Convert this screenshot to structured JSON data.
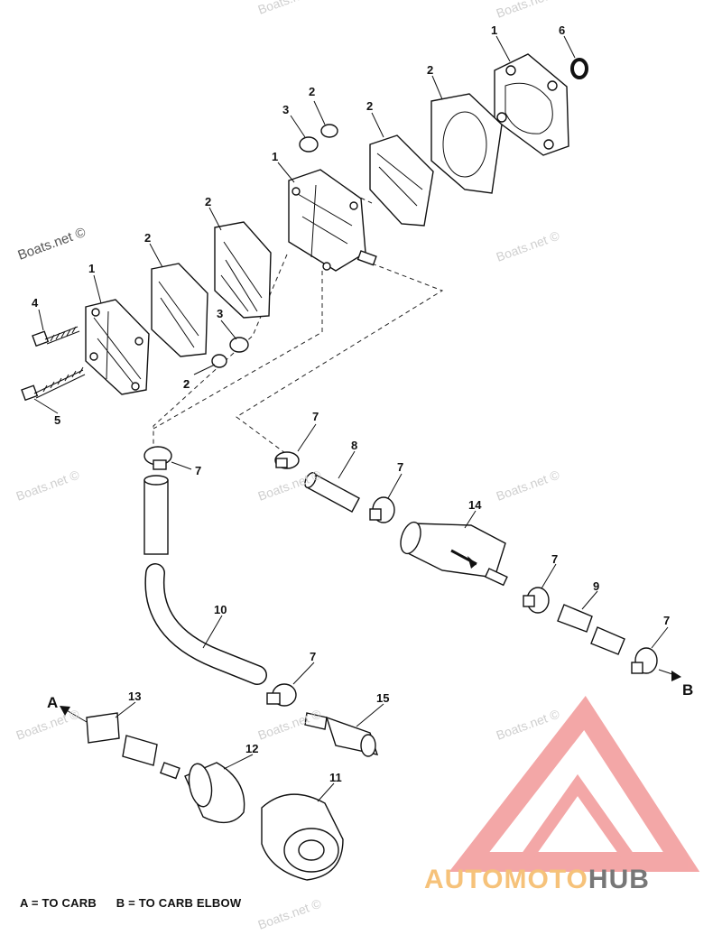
{
  "watermarks": [
    {
      "text": "Boats.net"
    },
    {
      "text": "Boats.net ©"
    },
    {
      "text": "Boats.net ©"
    },
    {
      "text": "Boats.net ©"
    },
    {
      "text": "Boats.net ©"
    },
    {
      "text": "Boats.net ©"
    },
    {
      "text": "Boats.net ©"
    },
    {
      "text": "Boats.net ©"
    },
    {
      "text": "Boats.net ©"
    },
    {
      "text": "Boats.net ©"
    },
    {
      "text": "Boats.net ©"
    }
  ],
  "callouts": [
    "1",
    "6",
    "2",
    "2",
    "3",
    "2",
    "1",
    "2",
    "2",
    "2",
    "1",
    "3",
    "2",
    "4",
    "5",
    "7",
    "8",
    "7",
    "7",
    "14",
    "7",
    "9",
    "7",
    "10",
    "7",
    "13",
    "15",
    "12",
    "11"
  ],
  "endpoints": {
    "a": "A",
    "b": "B"
  },
  "legend": {
    "a": "A = TO CARB",
    "b": "B = TO CARB ELBOW"
  },
  "brand": {
    "part1": "AUTOMOTO",
    "part2": "HUB",
    "color1": "#f6c27a",
    "color2": "#777777",
    "logo_color": "#f08a8a"
  }
}
